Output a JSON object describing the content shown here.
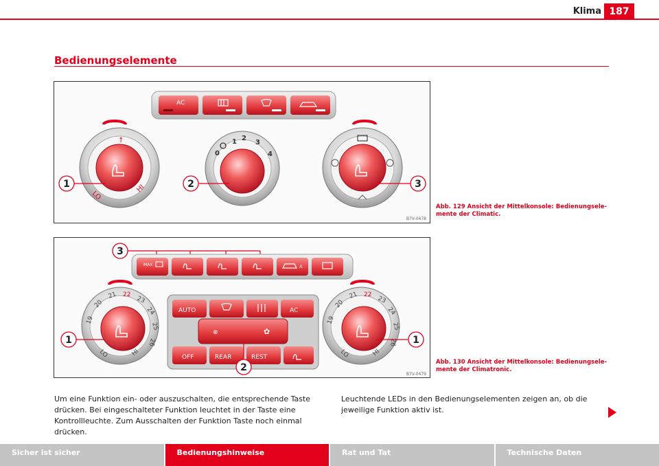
{
  "header": {
    "chapter": "Klima",
    "page_number": "187"
  },
  "section_title": "Bedienungselemente",
  "figures": [
    {
      "code": "B7V-0478",
      "caption": "Abb. 129   Ansicht der Mittelkonsole: Bedienungsele-mente der Climatic.",
      "buttons": [
        "AC"
      ],
      "left_knob": {
        "top": "↑",
        "left": "LO",
        "right": "HI"
      },
      "fan_scale": [
        "0",
        "1",
        "2",
        "3",
        "4"
      ],
      "callouts": [
        "1",
        "2",
        "3"
      ]
    },
    {
      "code": "B7V-0479",
      "caption": "Abb. 130   Ansicht der Mittelkonsole: Bedienungsele-mente der Climatronic.",
      "top_buttons": [
        "MAX",
        "A"
      ],
      "center_panel": {
        "auto": "AUTO",
        "ac": "AC",
        "off": "OFF",
        "rear": "REAR",
        "rest": "REST"
      },
      "temp_scale": [
        "19",
        "20",
        "21",
        "22",
        "23",
        "24",
        "25",
        "26"
      ],
      "knob_lo": "LO",
      "knob_hi": "HI",
      "callouts": [
        "3",
        "1",
        "1",
        "2"
      ]
    }
  ],
  "body_text": {
    "left": "Um eine Funktion ein- oder auszuschalten, die entsprechende Taste drücken. Bei eingeschalteter Funktion leuchtet in der Taste eine Kontrollleuchte. Zum Ausschalten der Funktion Taste noch einmal drücken.",
    "right": "Leuchtende LEDs in den Bedienungselementen zeigen an, ob die jeweilige Funktion aktiv ist."
  },
  "footer_tabs": [
    {
      "label": "Sicher ist sicher",
      "active": false
    },
    {
      "label": "Bedienungshinweise",
      "active": true
    },
    {
      "label": "Rat und Tat",
      "active": false
    },
    {
      "label": "Technische Daten",
      "active": false
    }
  ],
  "colors": {
    "accent": "#e3001b",
    "panel_grey": "#c4c4c4"
  }
}
